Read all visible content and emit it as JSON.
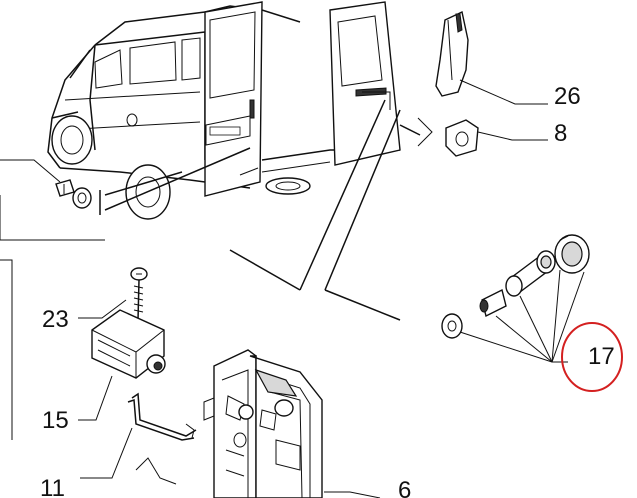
{
  "callouts": {
    "c26": "26",
    "c8": "8",
    "c23": "23",
    "c15": "15",
    "c17": "17",
    "c11": "11",
    "c6": "6"
  },
  "colors": {
    "highlight": "#d42020",
    "ink": "#111111"
  }
}
